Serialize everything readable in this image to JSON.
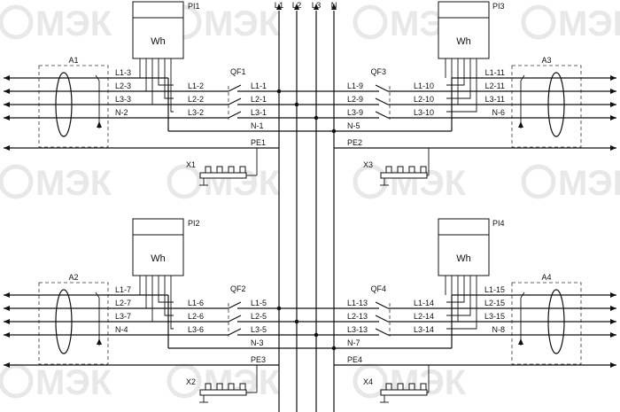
{
  "watermark": "МЭК",
  "buses": [
    "L1",
    "L2",
    "L3",
    "N"
  ],
  "meter_label": "Wh",
  "panels": {
    "tl": {
      "meter": "PI1",
      "ct": "A1",
      "breaker": "QF1",
      "terminal": "X1",
      "pe": "PE1",
      "ct_labels": [
        "L1-3",
        "L2-3",
        "L3-3",
        "N-2"
      ],
      "mid_labels": [
        "L1-2",
        "L2-2",
        "L3-2"
      ],
      "bus_labels": [
        "L1-1",
        "L2-1",
        "L3-1",
        "N-1"
      ]
    },
    "tr": {
      "meter": "PI3",
      "ct": "A3",
      "breaker": "QF3",
      "terminal": "X3",
      "pe": "PE2",
      "ct_labels": [
        "L1-11",
        "L2-11",
        "L3-11",
        "N-6"
      ],
      "mid_labels": [
        "L1-10",
        "L2-10",
        "L3-10"
      ],
      "bus_labels": [
        "L1-9",
        "L2-9",
        "L3-9",
        "N-5"
      ]
    },
    "bl": {
      "meter": "PI2",
      "ct": "A2",
      "breaker": "QF2",
      "terminal": "X2",
      "pe": "PE3",
      "ct_labels": [
        "L1-7",
        "L2-7",
        "L3-7",
        "N-4"
      ],
      "mid_labels": [
        "L1-6",
        "L2-6",
        "L3-6"
      ],
      "bus_labels": [
        "L1-5",
        "L2-5",
        "L3-5",
        "N-3"
      ]
    },
    "br": {
      "meter": "PI4",
      "ct": "A4",
      "breaker": "QF4",
      "terminal": "X4",
      "pe": "PE4",
      "ct_labels": [
        "L1-15",
        "L2-15",
        "L3-15",
        "N-8"
      ],
      "mid_labels": [
        "L1-14",
        "L2-14",
        "L3-14"
      ],
      "bus_labels": [
        "L1-13",
        "L2-13",
        "L3-13",
        "N-7"
      ]
    }
  }
}
